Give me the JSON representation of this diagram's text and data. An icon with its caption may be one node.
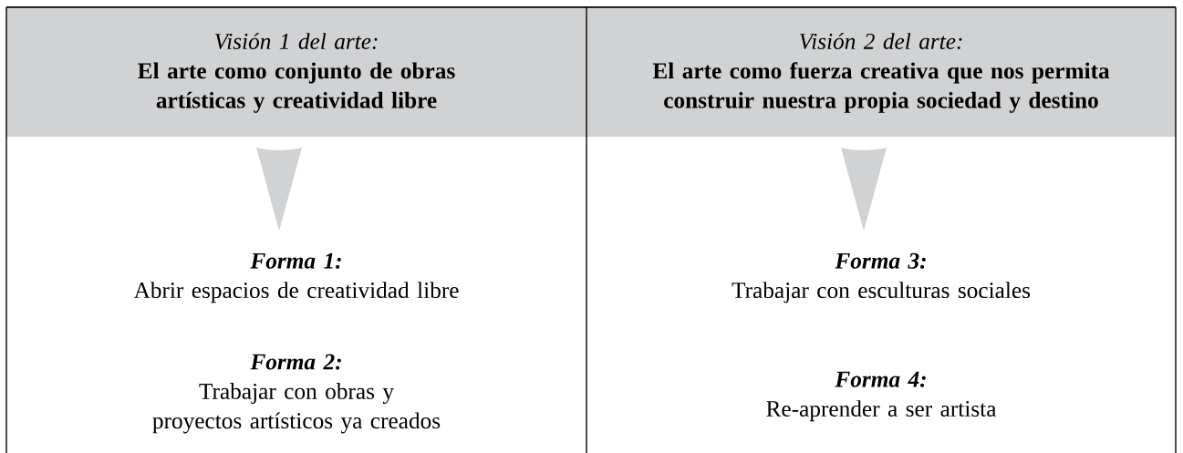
{
  "diagram": {
    "nodes": [
      {
        "text": [
          "Visión 1 del arte:",
          "El arte como conjunto de obras artísticas y creatividad libre"
        ]
      },
      {
        "text": [
          "Forma 1:",
          "Abrir espacios de creatividad libre"
        ]
      },
      {
        "text": [
          "Forma 2:",
          "Trabajar con obras y proyectos artísticos ya creados"
        ]
      },
      {
        "text": [
          "Visión 2 del arte:",
          "El arte como fuerza creativa que nos permita construir nuestra propia sociedad y destino"
        ]
      },
      {
        "text": [
          "Forma 3:",
          "Trabajar con esculturas sociales"
        ]
      },
      {
        "text": [
          "Forma 4:",
          "Re-aprender a ser artista"
        ]
      }
    ],
    "edges": [
      {
        "from": 0,
        "to": 1,
        "arrow": "to"
      },
      {
        "from": 3,
        "to": 4,
        "arrow": "to"
      }
    ]
  }
}
